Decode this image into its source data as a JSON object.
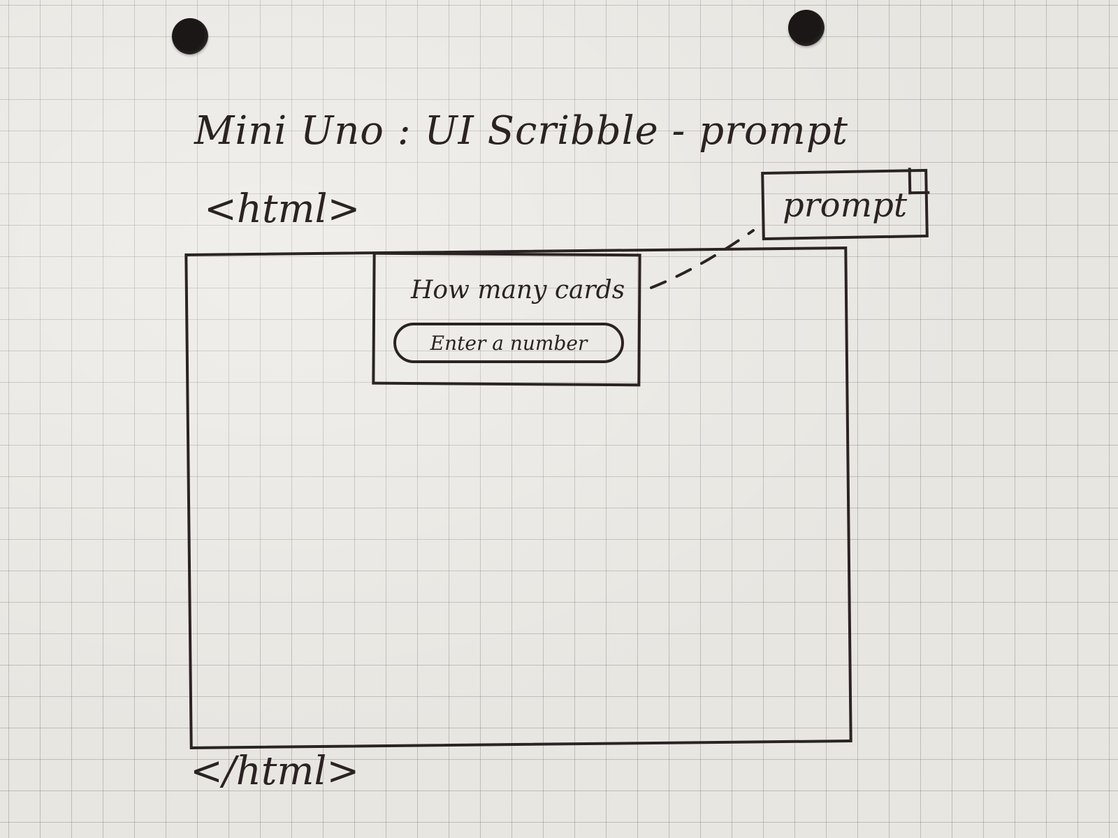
{
  "sketch": {
    "title": "Mini Uno : UI Scribble - prompt",
    "html_open_tag": "<html>",
    "html_close_tag": "</html>"
  },
  "dialog": {
    "question": "How many cards",
    "input_placeholder": "Enter a number"
  },
  "callout": {
    "label": "prompt"
  },
  "colors": {
    "ink": "#2b2323",
    "paper": "#e8e6e1",
    "grid": "#787878"
  }
}
